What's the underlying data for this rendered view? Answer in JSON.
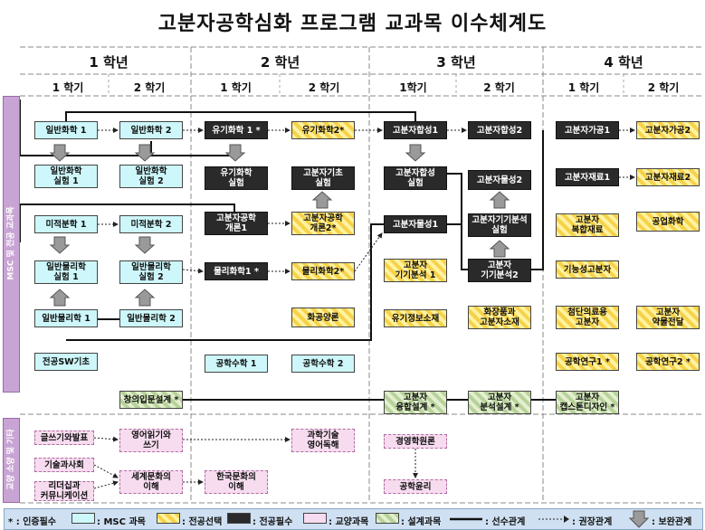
{
  "title": "고분자공학심화 프로그램 교과목 이수체계도",
  "years": [
    "1 학년",
    "2 학년",
    "3 학년",
    "4 학년"
  ],
  "semesters": [
    "1 학기",
    "2 학기",
    "1 학기",
    "2 학기",
    "1학기",
    "2 학기",
    "1 학기",
    "2 학기"
  ],
  "side_labels": {
    "top": "MSC 및 전공 교과목",
    "bottom": "교양 소양 및 기타"
  },
  "courses": {
    "c1": "일반화학 1",
    "c2": "일반화학 2",
    "c3": "유기화학 1 *",
    "c4": "유기화학2*",
    "c5": "고분자합성1",
    "c6": "고분자합성2",
    "c7": "고분자가공1",
    "c8": "고분자가공2",
    "c9": "일반화학\n실험 1",
    "c10": "일반화학\n실험 2",
    "c11": "유기화학\n실험",
    "c12": "고분자기초\n실험",
    "c13": "고분자합성\n실험",
    "c14": "고분자물성2",
    "c15": "고분자재료1",
    "c16": "고분자재료2",
    "c17": "미적분학 1",
    "c18": "미적분학 2",
    "c19": "고분자공학\n개론1",
    "c20": "고분자공학\n개론2*",
    "c21": "고분자물성1",
    "c22": "고분자기기분석\n실험",
    "c23": "고분자\n복합재료",
    "c24": "공업화학",
    "c25": "일반물리학\n실험 1",
    "c26": "일반물리학\n실험 2",
    "c27": "물리화학1 *",
    "c28": "물리화학2*",
    "c29": "고분자\n기기분석 1",
    "c30": "고분자\n기기분석2",
    "c31": "기능성고분자",
    "c32": "일반물리학 1",
    "c33": "일반물리학 2",
    "c34": "화공양론",
    "c35": "유기정보소재",
    "c36": "화장품과\n고분자소재",
    "c37": "첨단의료용\n고분자",
    "c38": "고분자\n약물전달",
    "c39": "전공SW기초",
    "c40": "공학수학 1",
    "c41": "공학수학 2",
    "c42": "공학연구1 *",
    "c43": "공학연구2 *",
    "c44": "창의입문설계 *",
    "c45": "고분자\n융합설계 *",
    "c46": "고분자\n분석설계 *",
    "c47": "고분자\n캡스톤디자인 *",
    "c48": "글쓰기와발표",
    "c49": "영어읽기와\n쓰기",
    "c50": "과학기술\n영어독해",
    "c51": "경영학원론",
    "c52": "기술과사회",
    "c53": "세계문화의\n이해",
    "c54": "한국문화의\n이해",
    "c55": "리더십과\n커뮤니케이션",
    "c56": "공학윤리"
  },
  "legend": {
    "required_mark": "* : 인증필수",
    "msc": ": MSC 과목",
    "major_elective": ": 전공선택",
    "major_required": ": 전공필수",
    "liberal": ": 교양과목",
    "design": ": 설계과목",
    "prereq": ": 선수관계",
    "recommended": ": 권장관계",
    "supplementary": ": 보완관계"
  },
  "colors": {
    "side": "#c8a4d4",
    "msc": "#cdf7fa",
    "required": "#2a2a2a",
    "elective": "#f6d24a",
    "liberal": "#f7dcf0",
    "design": "#b6d29a",
    "legend_bg": "#cfe0f2"
  }
}
